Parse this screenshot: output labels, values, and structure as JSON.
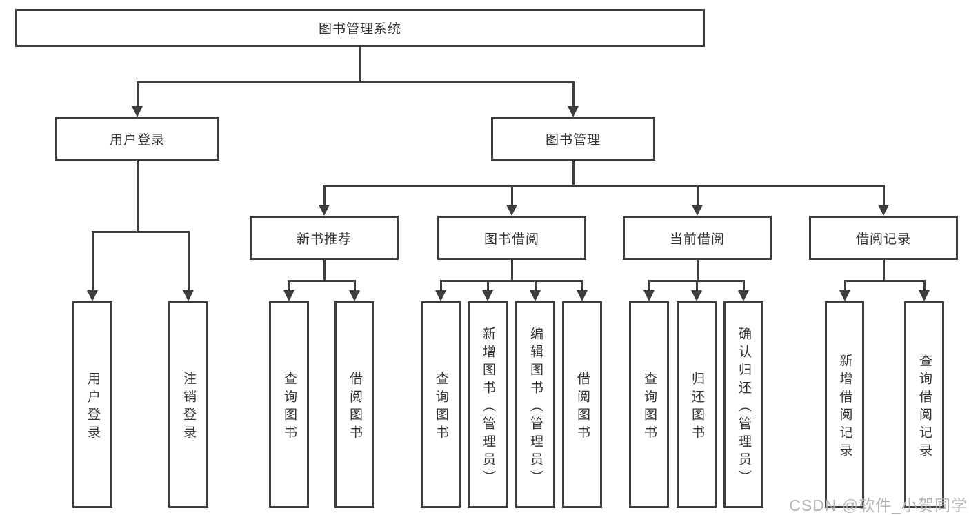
{
  "diagram_title": "图书管理系统",
  "tree": {
    "root": "图书管理系统",
    "branches": [
      {
        "label": "用户登录",
        "children": [
          "用户登录",
          "注销登录"
        ]
      },
      {
        "label": "图书管理",
        "sections": [
          {
            "label": "新书推荐",
            "children": [
              "查询图书",
              "借阅图书"
            ]
          },
          {
            "label": "图书借阅",
            "children": [
              "查询图书",
              "新增图书（管理员）",
              "编辑图书（管理员）",
              "借阅图书"
            ]
          },
          {
            "label": "当前借阅",
            "children": [
              "查询图书",
              "归还图书",
              "确认归还（管理员）"
            ]
          },
          {
            "label": "借阅记录",
            "children": [
              "新增借阅记录",
              "查询借阅记录"
            ]
          }
        ]
      }
    ]
  },
  "watermark": "CSDN @软件_小贺同学",
  "colors": {
    "line": "#3d3d3d",
    "text": "#333333",
    "background": "#ffffff",
    "watermark": "#b3b3b3"
  }
}
